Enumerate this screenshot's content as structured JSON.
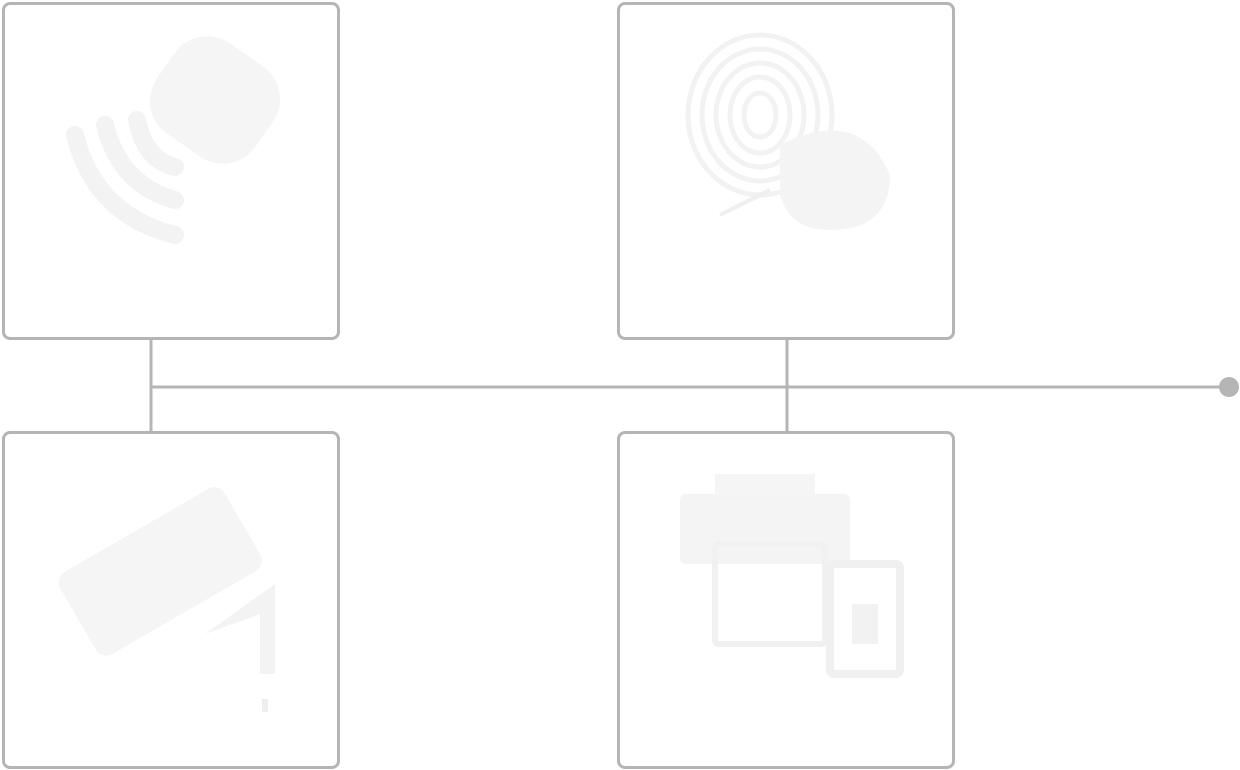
{
  "diagram": {
    "line_color": "#b5b5b5",
    "icon_color": "#f4f4f4",
    "nodes": [
      {
        "id": "card-tl",
        "icon": "wifi-signal-icon"
      },
      {
        "id": "card-tr",
        "icon": "fingerprint-icon"
      },
      {
        "id": "card-bl",
        "icon": "security-camera-icon"
      },
      {
        "id": "card-br",
        "icon": "printer-lock-icon"
      }
    ],
    "edges": [
      {
        "from": "card-tl",
        "to": "bus-line"
      },
      {
        "from": "card-bl",
        "to": "bus-line"
      },
      {
        "from": "card-tr",
        "to": "bus-line"
      },
      {
        "from": "card-br",
        "to": "bus-line"
      },
      {
        "from": "bus-line",
        "to": "bus-endpoint"
      }
    ]
  }
}
